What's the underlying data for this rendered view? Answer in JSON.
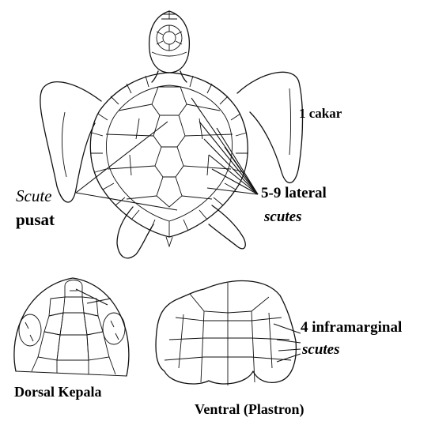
{
  "labels": {
    "one_claw": "1 cakar",
    "scute_word": "Scute",
    "scute_center": "pusat",
    "lateral_count": "5-9 lateral",
    "lateral_scutes": "scutes",
    "inframarginal": "4 inframarginal",
    "inframarginal_scutes": "scutes",
    "dorsal_head": "Dorsal Kepala",
    "ventral": "Ventral (Plastron)"
  }
}
